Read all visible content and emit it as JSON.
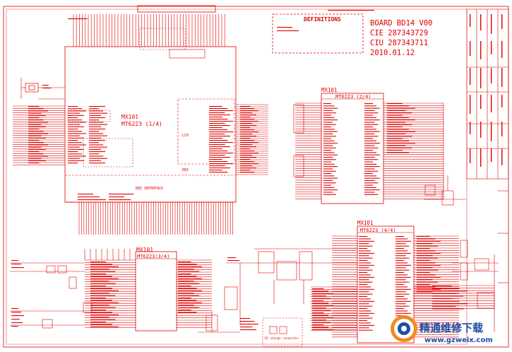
{
  "title_block": {
    "board": "BOARD BD14 V00",
    "cie": "CIE 287343729",
    "ciu": "CIU 287343711",
    "date": "2010.01.12"
  },
  "definitions_title": "DEFINITIONS",
  "sections": {
    "s1": {
      "name": "MX101",
      "chip": "MT6223 (1/4)"
    },
    "s2": {
      "name": "MX101",
      "chip": "MT6223 (2/4)"
    },
    "s3": {
      "name": "MX101",
      "chip": "MT6223(3/4)"
    },
    "s4": {
      "name": "MX101",
      "chip": "MT6223 (4/4)"
    }
  },
  "labels": {
    "lcd": "LCD",
    "ebi": "EBI",
    "ebi_interface": "EBI INTERFACE",
    "dc_charge": "DC charge connector"
  },
  "watermark": {
    "site_name": "精通维修下载",
    "url": "www.gzweix.com"
  },
  "colors": {
    "ink": "#e00000",
    "background": "#ffffff",
    "watermark_blue": "#1f4ea3",
    "watermark_orange": "#f08a24"
  }
}
